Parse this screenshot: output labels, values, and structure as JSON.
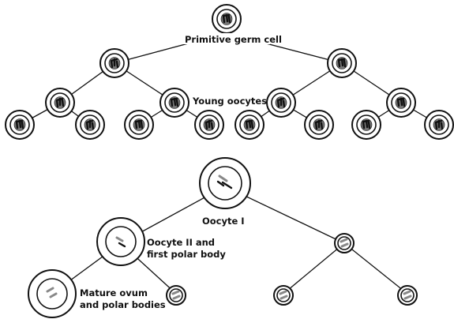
{
  "labels": {
    "primitive_germ_cell": "Primitive germ cell",
    "young_oocytes": "Young oocytes",
    "oocyte_1": "Oocyte I",
    "oocyte_2_line1": "Oocyte II and",
    "oocyte_2_line2": "first polar body",
    "mature_ovum_line1": "Mature ovum",
    "mature_ovum_line2": "and polar bodies"
  }
}
